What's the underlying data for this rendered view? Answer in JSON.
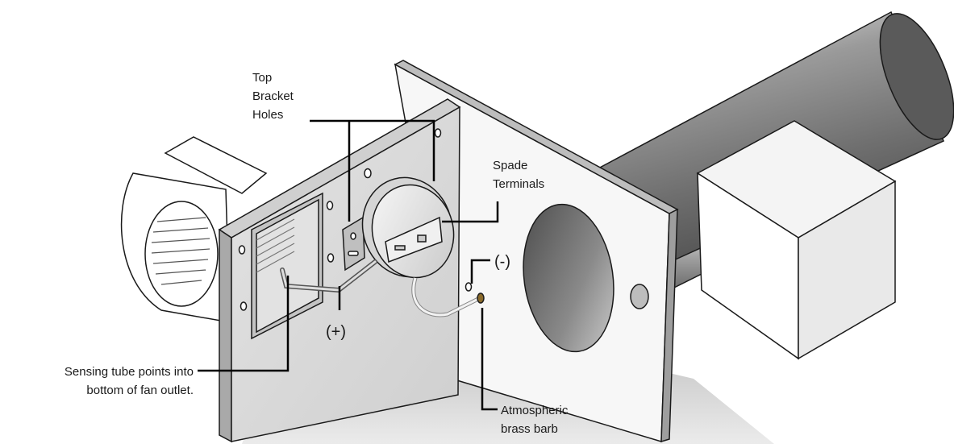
{
  "labels": {
    "top_bracket_holes": [
      "Top",
      "Bracket",
      "Holes"
    ],
    "spade_terminals": [
      "Spade",
      "Terminals"
    ],
    "negative": "(-)",
    "positive": "(+)",
    "sensing_tube": [
      "Sensing tube points into",
      "bottom of fan outlet."
    ],
    "atmospheric_barb": [
      "Atmospheric",
      "brass barb"
    ]
  },
  "colors": {
    "ink": "#1a1a1a",
    "plate": "#d8d8d8",
    "plate_edge": "#b0b0b0",
    "shadow": "#bdbdbd",
    "leader": "#000000"
  }
}
